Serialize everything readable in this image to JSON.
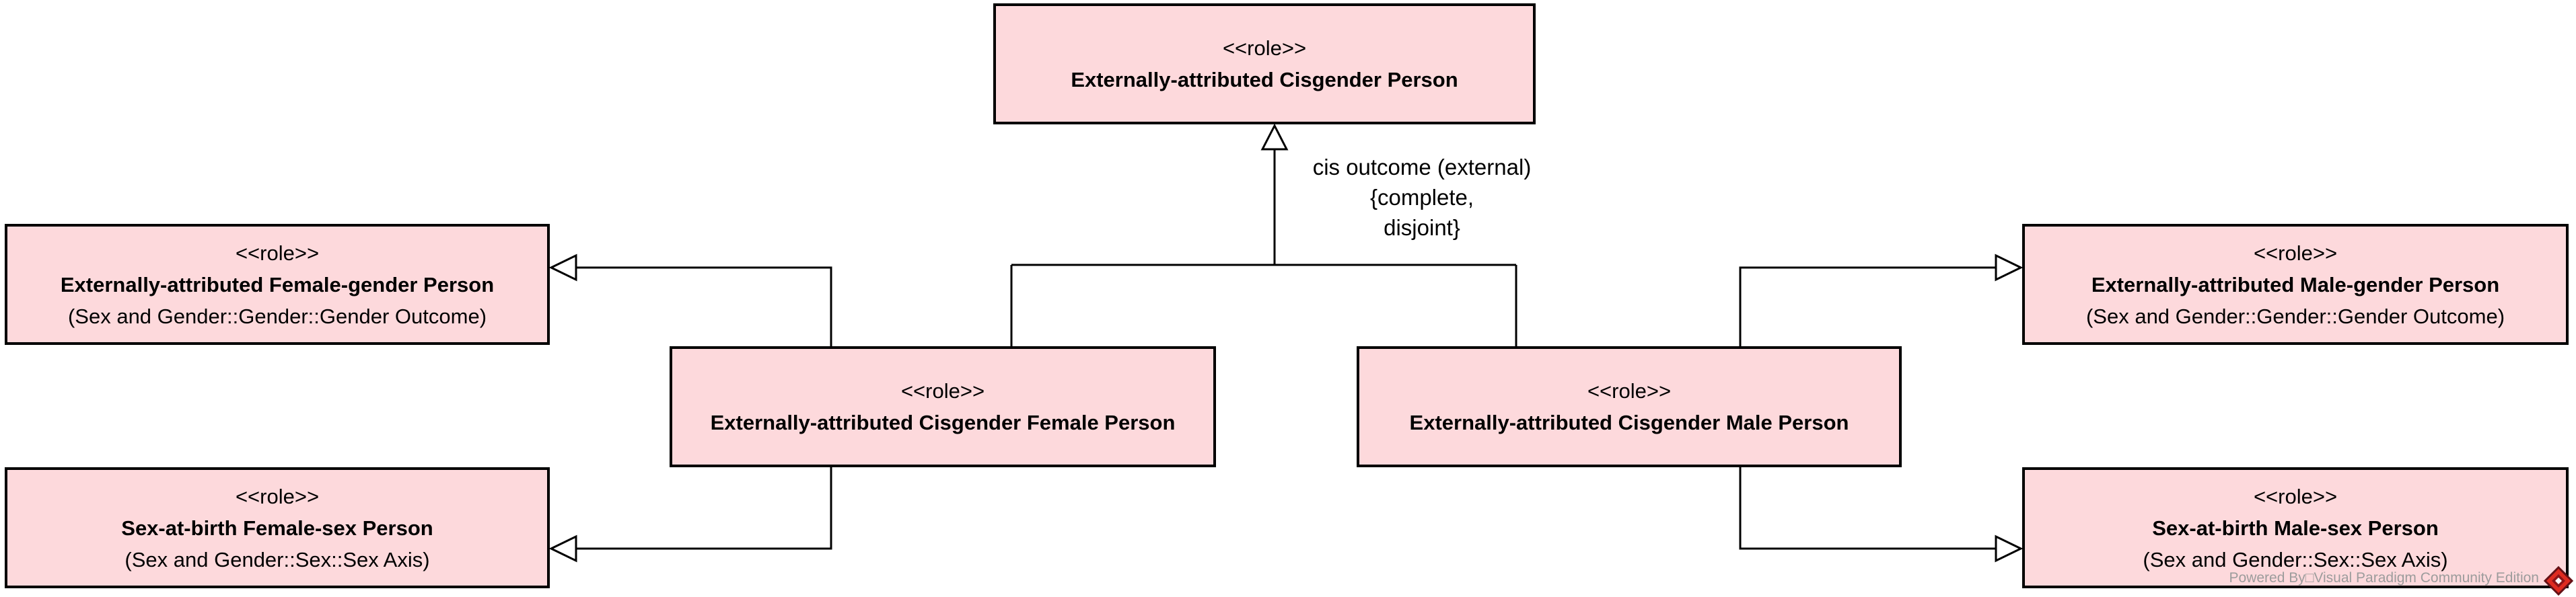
{
  "colors": {
    "node_fill": "#fdd9dc",
    "node_border": "#000000",
    "edge": "#000000",
    "watermark_text": "#9c9c9c",
    "logo_red": "#df2b20"
  },
  "nodes": [
    {
      "id": "externally-attributed-cisgender-person",
      "stereotype": "<<role>>",
      "name": "Externally-attributed Cisgender Person"
    },
    {
      "id": "externally-attributed-female-gender-person",
      "stereotype": "<<role>>",
      "name": "Externally-attributed Female-gender Person",
      "qualifier": "(Sex and Gender::Gender::Gender Outcome)"
    },
    {
      "id": "sex-at-birth-female-sex-person",
      "stereotype": "<<role>>",
      "name": "Sex-at-birth Female-sex Person",
      "qualifier": "(Sex and Gender::Sex::Sex Axis)"
    },
    {
      "id": "externally-attributed-cisgender-female-person",
      "stereotype": "<<role>>",
      "name": "Externally-attributed Cisgender Female Person"
    },
    {
      "id": "externally-attributed-cisgender-male-person",
      "stereotype": "<<role>>",
      "name": "Externally-attributed Cisgender Male Person"
    },
    {
      "id": "externally-attributed-male-gender-person",
      "stereotype": "<<role>>",
      "name": "Externally-attributed Male-gender Person",
      "qualifier": "(Sex and Gender::Gender::Gender Outcome)"
    },
    {
      "id": "sex-at-birth-male-sex-person",
      "stereotype": "<<role>>",
      "name": "Sex-at-birth Male-sex Person",
      "qualifier": "(Sex and Gender::Sex::Sex Axis)"
    }
  ],
  "generalization_set": {
    "label_line1": "cis outcome (external)",
    "label_line2": "{complete,",
    "label_line3": "disjoint}"
  },
  "watermark": {
    "text": "Powered By□Visual Paradigm Community Edition",
    "logo": "visual-paradigm-logo"
  }
}
